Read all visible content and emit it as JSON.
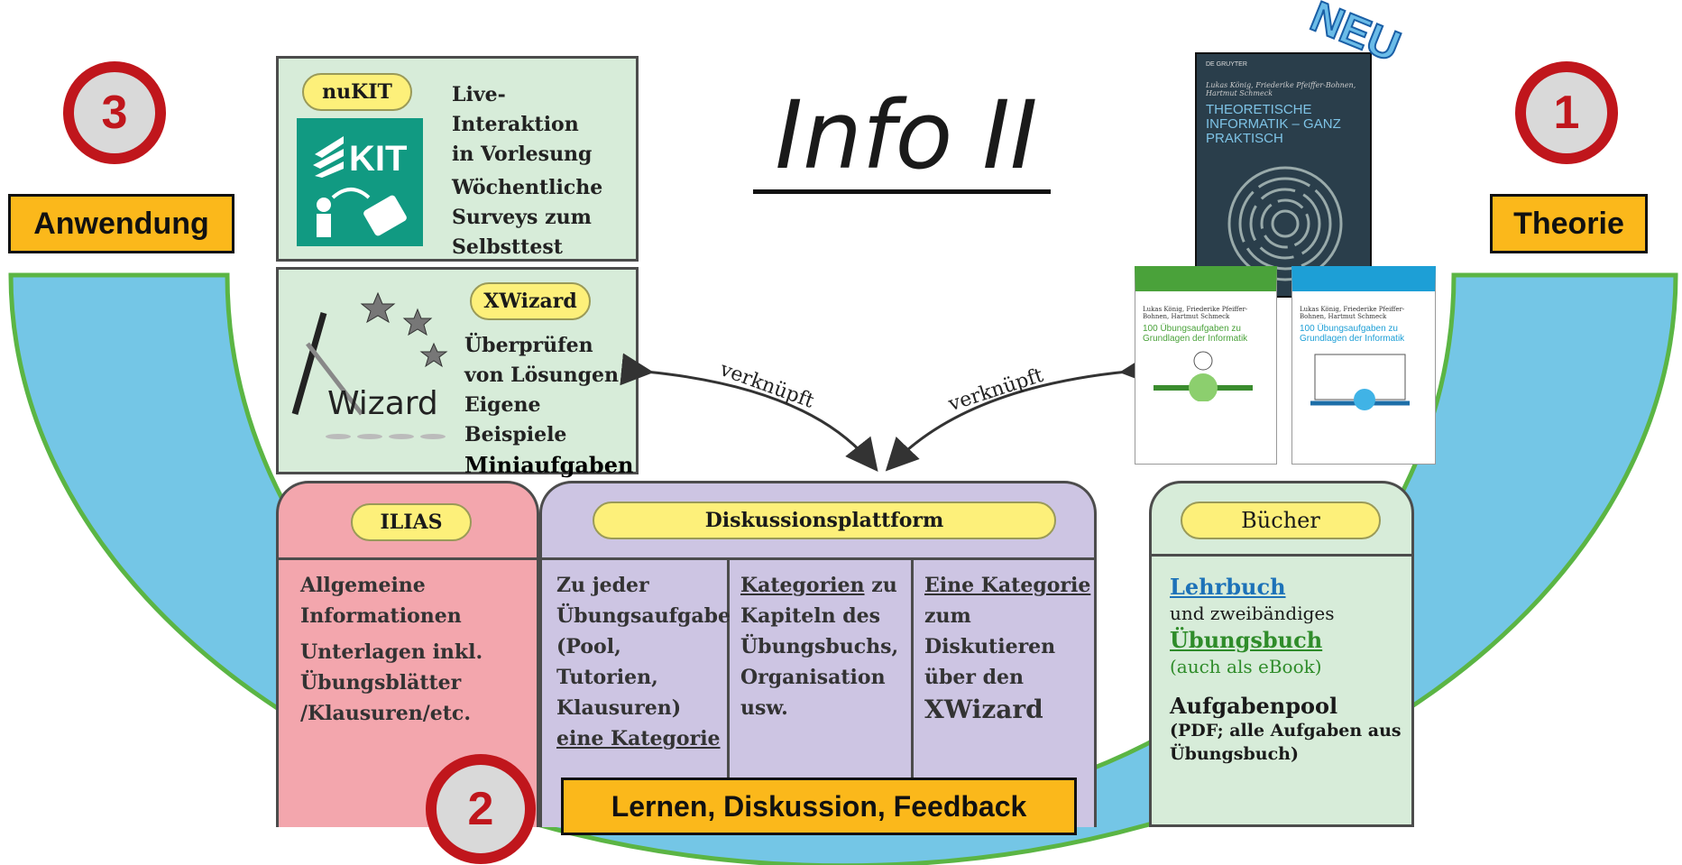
{
  "title": "Info II",
  "badges": {
    "theory": {
      "number": "1",
      "label": "Theorie"
    },
    "learning": {
      "number": "2",
      "label": "Lernen, Diskussion, Feedback"
    },
    "application": {
      "number": "3",
      "label": "Anwendung"
    }
  },
  "new_label": "NEU",
  "nukit": {
    "pill": "nuKIT",
    "logo_text": "KIT",
    "lines": [
      "Live-Interaktion",
      "in Vorlesung",
      "Wöchentliche",
      "Surveys zum",
      "Selbsttest"
    ]
  },
  "xwizard": {
    "pill": "XWizard",
    "logo_text": "Wizard",
    "lines": [
      "Überprüfen",
      "von Lösungen",
      "Eigene Beispiele",
      "Miniaufgaben"
    ]
  },
  "arrows": {
    "left": "verknüpft",
    "right": "verknüpft"
  },
  "ilias": {
    "pill": "ILIAS",
    "lines": [
      "Allgemeine",
      "Informationen",
      "Unterlagen inkl.",
      "Übungsblätter",
      "/Klausuren/etc."
    ]
  },
  "diskussion": {
    "pill": "Diskussionsplattform",
    "col1": [
      "Zu jeder",
      "Übungsaufgabe",
      "(Pool, Tutorien,",
      "Klausuren)",
      "eine Kategorie"
    ],
    "col2": [
      "Kategorien",
      " zu",
      "Kapiteln des",
      "Übungsbuchs,",
      "Organisation",
      "usw."
    ],
    "col3": [
      "Eine Kategorie",
      "zum",
      "Diskutieren",
      "über den",
      "XWizard"
    ]
  },
  "buecher": {
    "pill": "Bücher",
    "lehrbuch": "Lehrbuch",
    "und": "und zweibändiges",
    "uebungsbuch": "Übungsbuch",
    "ebook": "(auch als eBook)",
    "pool": "Aufgabenpool",
    "pool_note": "(PDF; alle Aufgaben aus Übungsbuch)"
  },
  "book_main": {
    "publisher": "DE GRUYTER",
    "authors": "Lukas König, Friederike Pfeiffer-Bohnen, Hartmut Schmeck",
    "title": "THEORETISCHE INFORMATIK – GANZ PRAKTISCH"
  },
  "book_small": {
    "authors": "Lukas König, Friederike Pfeiffer-Bohnen, Hartmut Schmeck",
    "title": "100 Übungsaufgaben zu Grundlagen der Informatik"
  },
  "colors": {
    "arc_blue": "#74c6e6",
    "arc_border": "#5bb544",
    "red": "#c0161c",
    "yellow": "#fbb81b"
  }
}
